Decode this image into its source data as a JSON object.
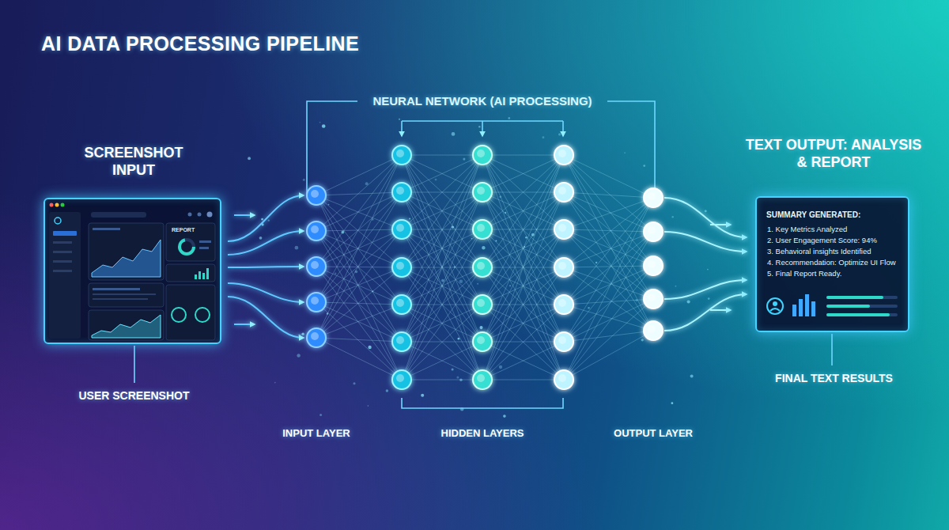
{
  "diagram": {
    "title": "AI DATA PROCESSING PIPELINE",
    "nodes": [
      {
        "text": [
          "SCREENSHOT INPUT",
          "REPORT",
          "USER SCREENSHOT"
        ]
      },
      {
        "text": [
          "INPUT LAYER"
        ]
      },
      {
        "text": [
          "HIDDEN LAYERS"
        ]
      },
      {
        "text": [
          "OUTPUT LAYER"
        ]
      },
      {
        "text": [
          "TEXT OUTPUT: ANALYSIS & REPORT",
          "SUMMARY GENERATED:",
          "1. Key Metrics Analyzed",
          "2. User Engagement Score: 94%",
          "3. Behavioral insights Identified",
          "4. Recommendation: Optimize UI Flow",
          "5. Final Report Ready.",
          "FINAL TEXT RESULTS"
        ]
      }
    ],
    "edges": [
      {
        "from": 0,
        "to": 1,
        "arrow": "to"
      },
      {
        "from": 1,
        "to": 2,
        "arrow": "none"
      },
      {
        "from": 2,
        "to": 3,
        "arrow": "none"
      },
      {
        "from": 3,
        "to": 4,
        "arrow": "to"
      }
    ],
    "labels": [
      "NEURAL NETWORK (AI PROCESSING)"
    ]
  }
}
